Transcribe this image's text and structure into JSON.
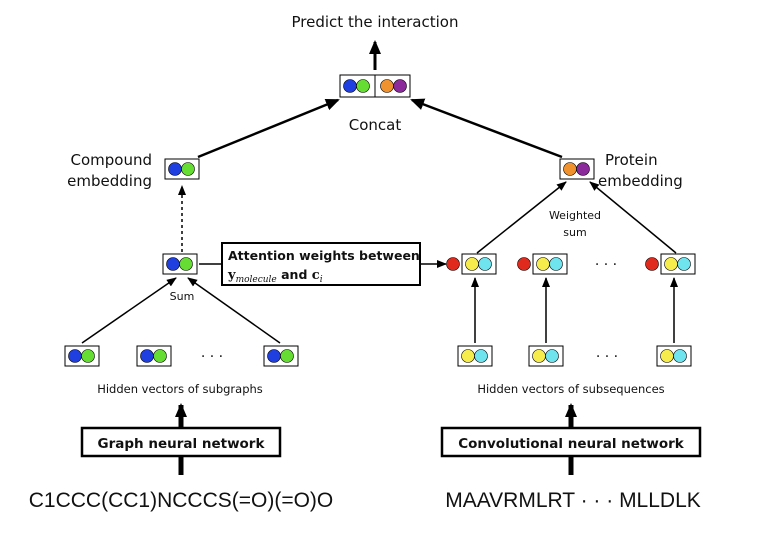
{
  "title": "Predict the interaction",
  "concat_label": "Concat",
  "compound_embedding": [
    "Compound",
    "embedding"
  ],
  "protein_embedding": [
    "Protein",
    "embedding"
  ],
  "weighted_sum": [
    "Weighted",
    "sum"
  ],
  "sum_label": "Sum",
  "attention": {
    "line1": "Attention weights between",
    "y": "y",
    "y_sub": "molecule",
    "and": " and ",
    "c": "c",
    "c_sub": "i"
  },
  "hidden_subgraphs": "Hidden vectors of subgraphs",
  "hidden_subsequences": "Hidden vectors of subsequences",
  "gnn_label": "Graph neural network",
  "cnn_label": "Convolutional neural network",
  "smiles": "C1CCC(CC1)NCCCS(=O)(=O)O",
  "protein_seq": "MAAVRMLRT · · · MLLDLK",
  "ellipsis": "· · ·",
  "colors": {
    "blue": "#1f3fe0",
    "green": "#66dd33",
    "orange": "#f0922e",
    "purple": "#8b2a9a",
    "yellow": "#f6ec4c",
    "cyan": "#6fe3ee",
    "red": "#e02a1e"
  }
}
